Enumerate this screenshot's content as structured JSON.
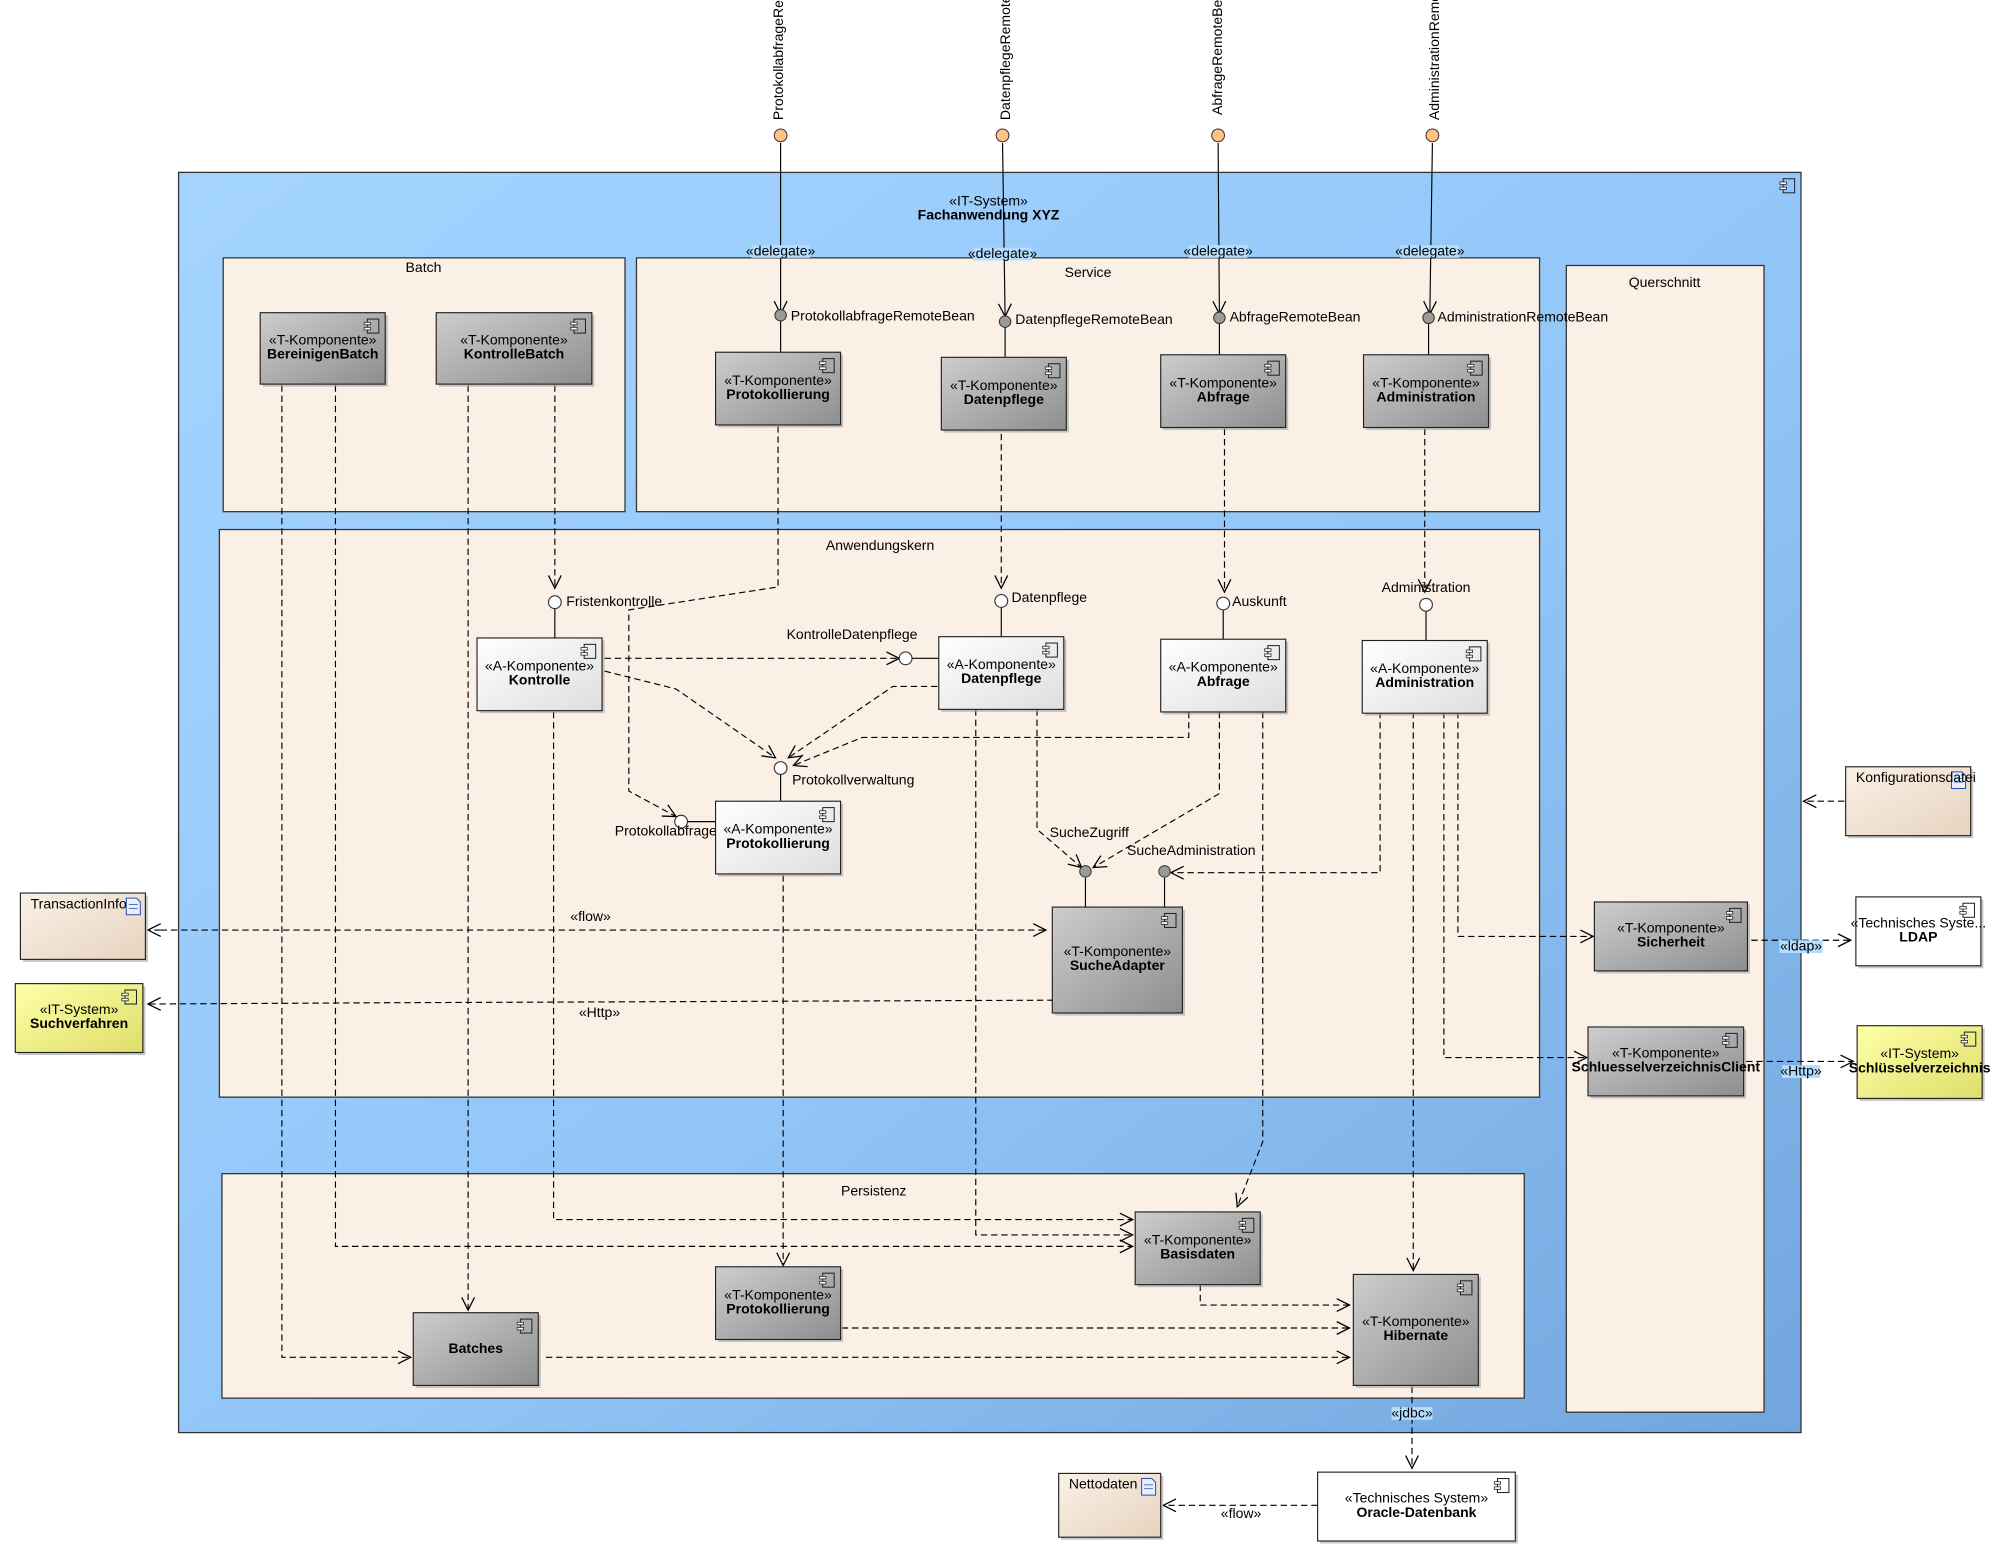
{
  "system": {
    "stereotype": "«IT-System»",
    "name": "Fachanwendung XYZ"
  },
  "layers": {
    "batch": "Batch",
    "service": "Service",
    "kern": "Anwendungskern",
    "persistenz": "Persistenz",
    "querschnitt": "Querschnitt"
  },
  "stereotypes": {
    "t": "«T-Komponente»",
    "a": "«A-Komponente»",
    "it": "«IT-System»",
    "tech": "«Technisches System»",
    "tech_truncated": "«Technisches Syste..."
  },
  "components": {
    "bereinigen_batch": "BereinigenBatch",
    "kontrolle_batch": "KontrolleBatch",
    "svc_protokollierung": "Protokollierung",
    "svc_datenpflege": "Datenpflege",
    "svc_abfrage": "Abfrage",
    "svc_administration": "Administration",
    "a_kontrolle": "Kontrolle",
    "a_datenpflege": "Datenpflege",
    "a_abfrage": "Abfrage",
    "a_administration": "Administration",
    "a_protokollierung": "Protokollierung",
    "suche_adapter": "SucheAdapter",
    "basisdaten": "Basisdaten",
    "p_protokollierung": "Protokollierung",
    "hibernate": "Hibernate",
    "batches": "Batches",
    "sicherheit": "Sicherheit",
    "schluessel_client": "SchluesselverzeichnisClient",
    "suchverfahren": "Suchverfahren",
    "schluesselverzeichnis": "Schlüsselverzeichnis",
    "ldap": "LDAP",
    "oracle": "Oracle-Datenbank"
  },
  "artifacts": {
    "transaction_info": "TransactionInfo",
    "konfigurationsdatei": "Konfigurationsdatei",
    "nettodaten": "Nettodaten"
  },
  "external_ports": {
    "protokoll": "ProtokollabfrageRemoteBean",
    "datenpflege": "DatenpflegeRemoteBean",
    "abfrage": "AbfrageRemoteBean",
    "administration": "AdministrationRemoteBean"
  },
  "provided_ports": {
    "protokoll": "ProtokollabfrageRemoteBean",
    "datenpflege": "DatenpflegeRemoteBean",
    "abfrage": "AbfrageRemoteBean",
    "administration": "AdministrationRemoteBean"
  },
  "interfaces": {
    "fristenkontrolle": "Fristenkontrolle",
    "datenpflege": "Datenpflege",
    "auskunft": "Auskunft",
    "administration": "Administration",
    "kontrolle_datenpflege": "KontrolleDatenpflege",
    "protokollverwaltung": "Protokollverwaltung",
    "protokollabfrage": "Protokollabfrage",
    "suche_zugriff": "SucheZugriff",
    "suche_administration": "SucheAdministration"
  },
  "connector_labels": {
    "delegate": "«delegate»",
    "flow": "«flow»",
    "http": "«Http»",
    "ldap": "«ldap»",
    "jdbc": "«jdbc»"
  },
  "colors": {
    "system_fill": "#99CCFF",
    "system_fill_end": "#75A8DD",
    "layer_fill": "#FAF0E6",
    "t_component_fill": "#C0C0C0",
    "t_component_end": "#8C8C8C",
    "it_system_fill": "#FFFF99",
    "port_orange": "#FFC284"
  }
}
